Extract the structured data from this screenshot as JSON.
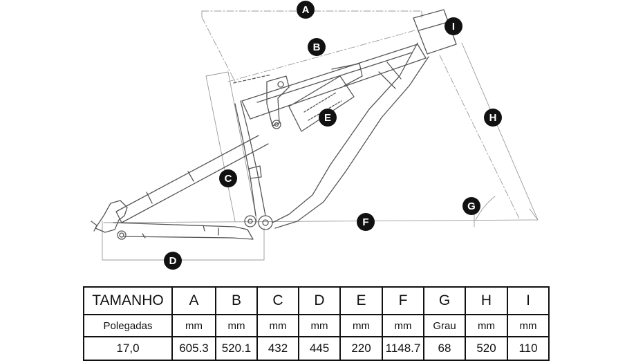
{
  "labels": [
    "A",
    "B",
    "C",
    "D",
    "E",
    "F",
    "G",
    "H",
    "I"
  ],
  "table": {
    "headers": [
      "TAMANHO",
      "A",
      "B",
      "C",
      "D",
      "E",
      "F",
      "G",
      "H",
      "I"
    ],
    "units": [
      "Polegadas",
      "mm",
      "mm",
      "mm",
      "mm",
      "mm",
      "mm",
      "Grau",
      "mm",
      "mm"
    ],
    "rows": [
      [
        "17,0",
        "605.3",
        "520.1",
        "432",
        "445",
        "220",
        "1148.7",
        "68",
        "520",
        "110"
      ]
    ]
  },
  "colors": {
    "line": "#555555",
    "badge": "#111111",
    "thin": "#999999"
  }
}
